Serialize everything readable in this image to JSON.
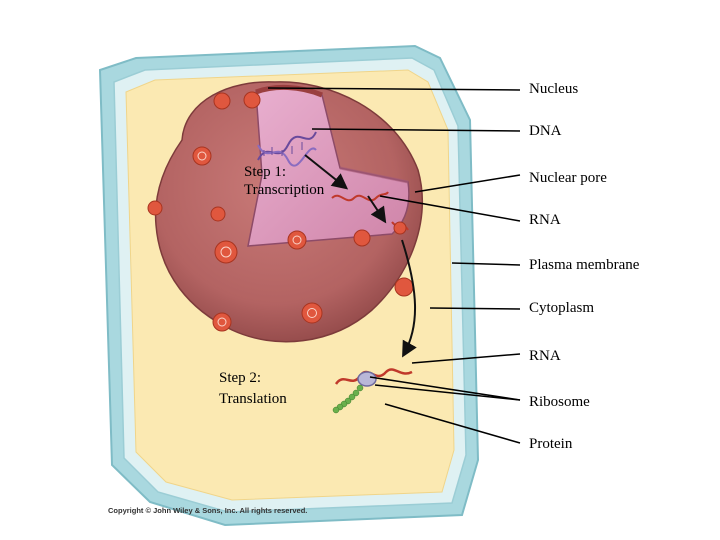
{
  "labels": {
    "nucleus": "Nucleus",
    "dna": "DNA",
    "nuclear_pore": "Nuclear pore",
    "rna_top": "RNA",
    "plasma_membrane": "Plasma membrane",
    "cytoplasm": "Cytoplasm",
    "rna_bottom": "RNA",
    "ribosome": "Ribosome",
    "protein": "Protein"
  },
  "steps": {
    "step1_line1": "Step 1:",
    "step1_line2": "Transcription",
    "step2_line1": "Step 2:",
    "step2_line2": "Translation"
  },
  "copyright": "Copyright © John Wiley & Sons, Inc. All rights reserved.",
  "colors": {
    "cell_wall_outer": "#a9d8df",
    "cytoplasm": "#fbe9b2",
    "nucleus": "#b76665",
    "nucleoplasm": "#e4a3c2",
    "pore": "#e0573e",
    "protein": "#6ab04c"
  }
}
